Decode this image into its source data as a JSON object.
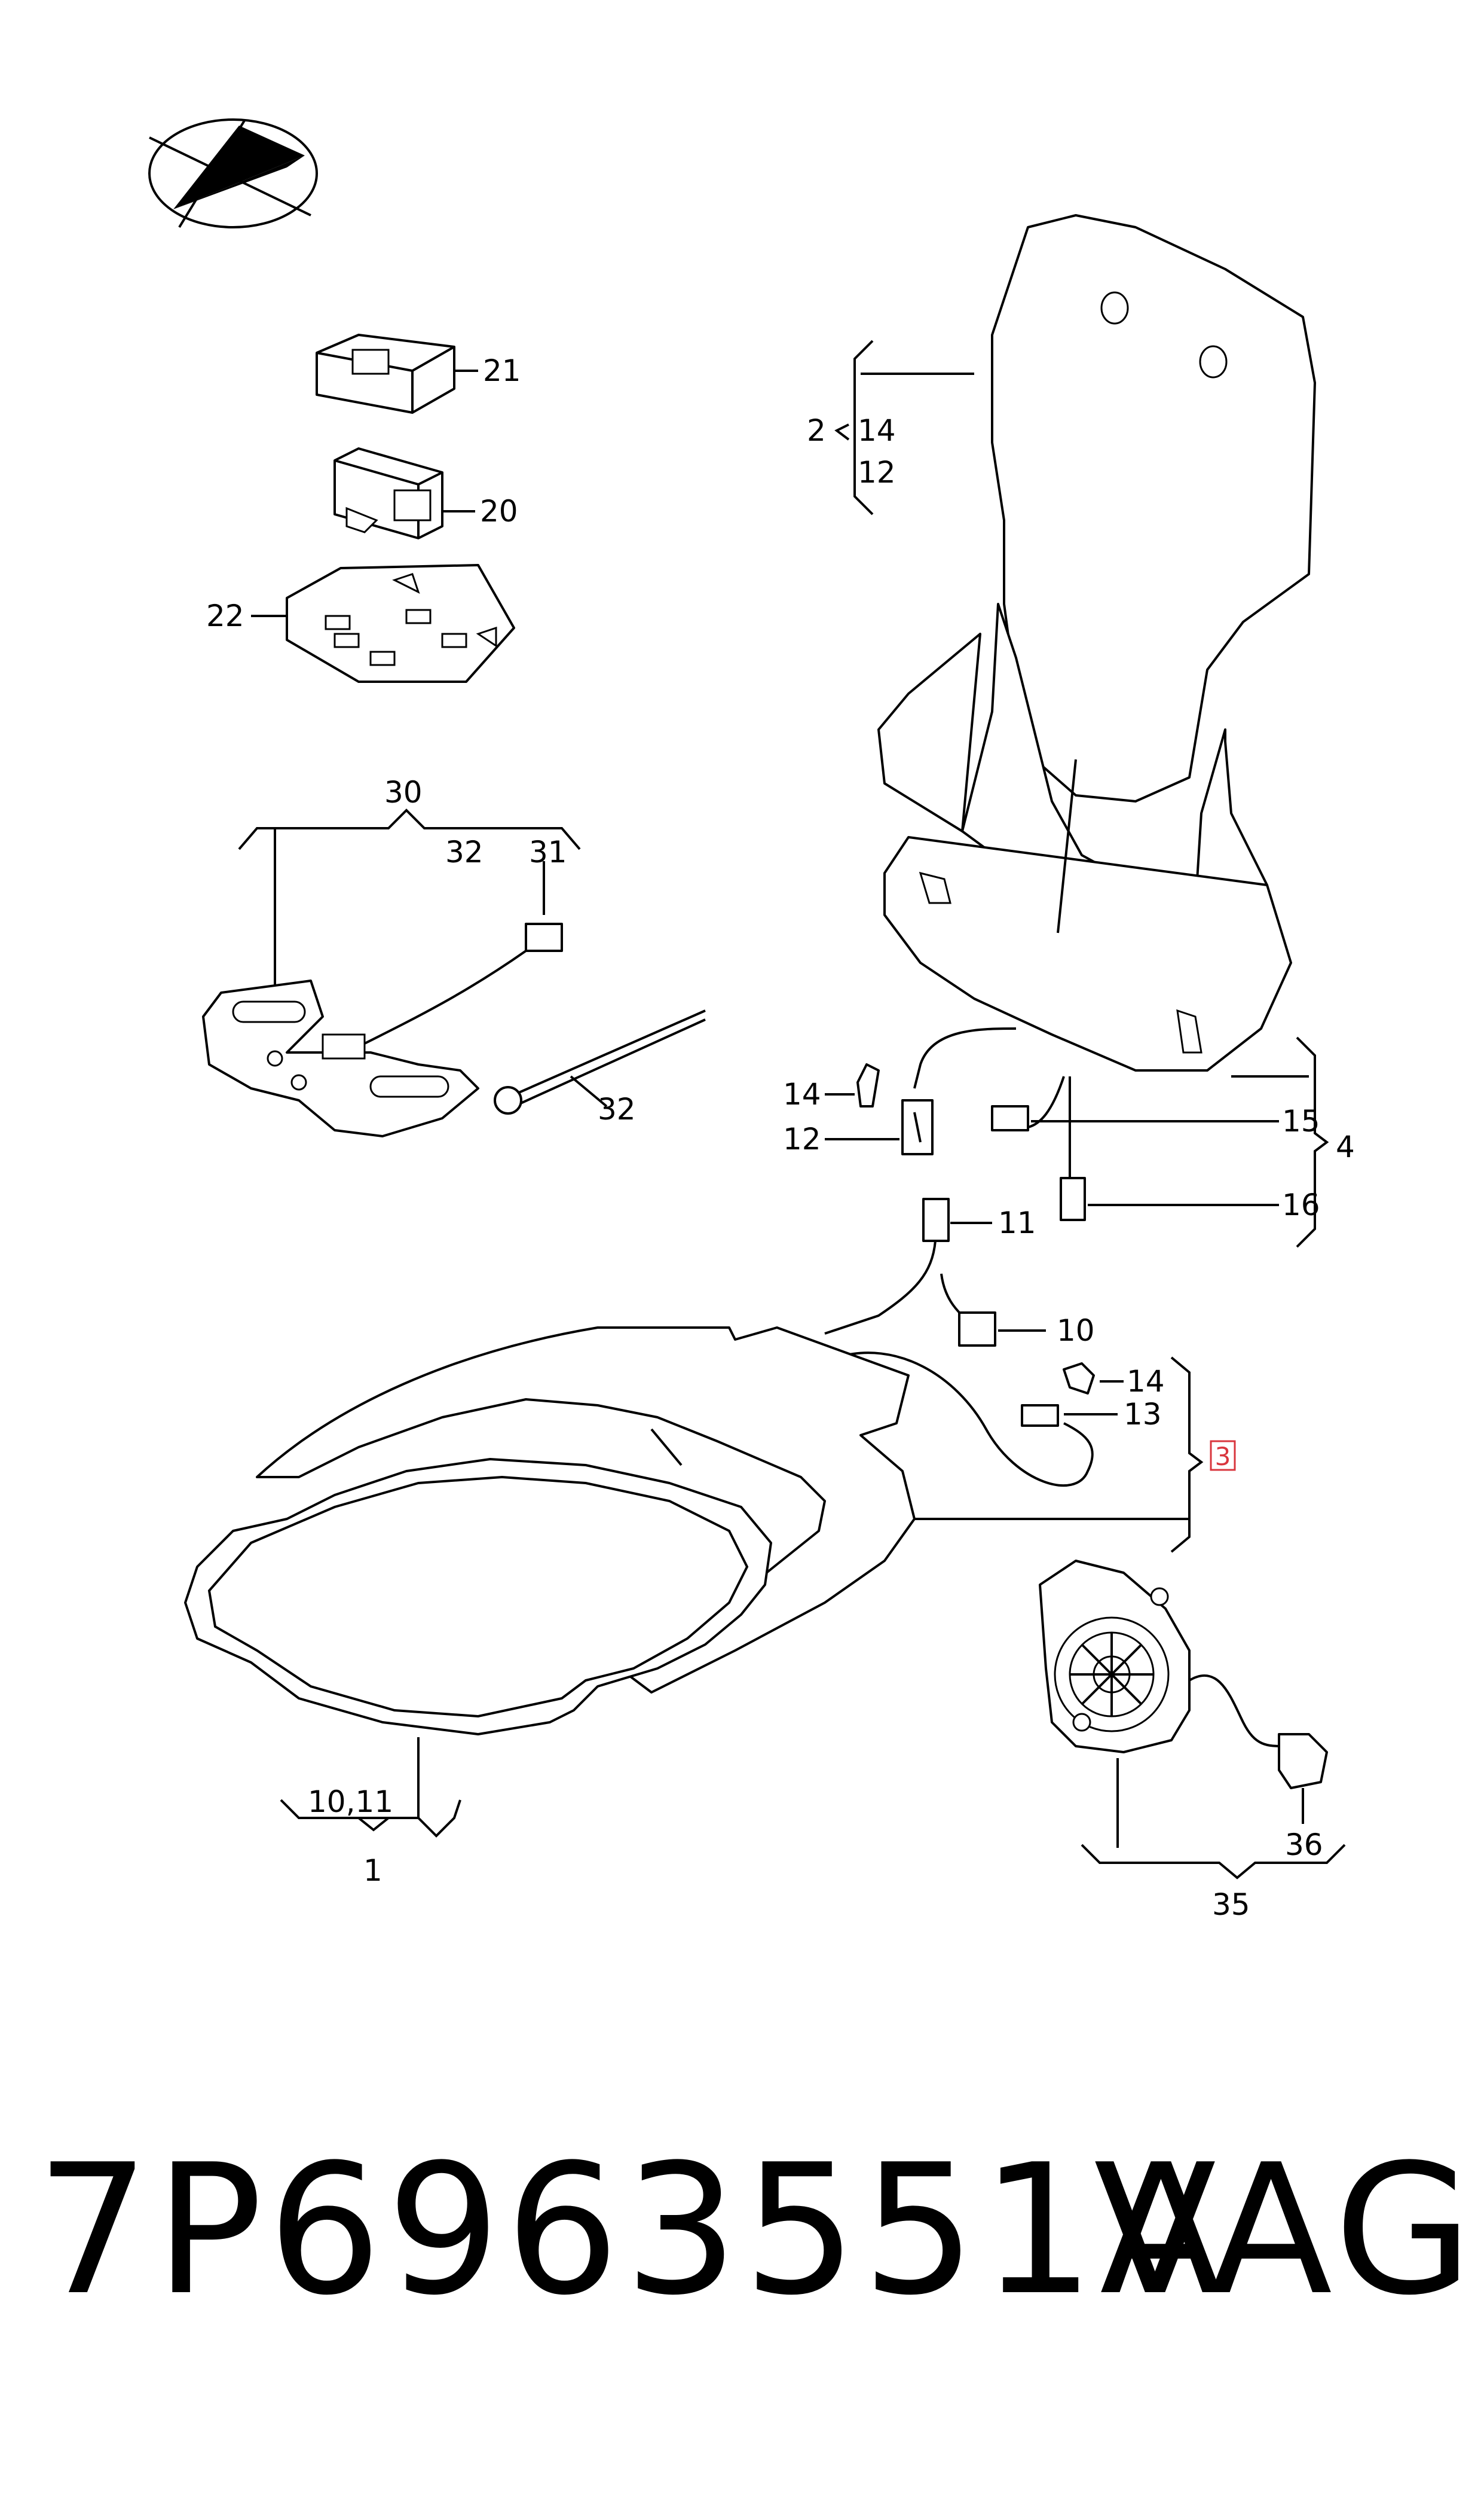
{
  "callouts": {
    "c1": "1",
    "c2": "2",
    "c3": "3",
    "c4": "4",
    "c10": "10",
    "c10_11": "10,11",
    "c11": "11",
    "c12_top": "12",
    "c12_mid": "12",
    "c13": "13",
    "c14_top": "14",
    "c14_mid": "14",
    "c14_low": "14",
    "c15": "15",
    "c16": "16",
    "c20": "20",
    "c21": "21",
    "c22": "22",
    "c30": "30",
    "c31": "31",
    "c32_top": "32",
    "c32_mid": "32",
    "c35": "35",
    "c36": "36"
  },
  "caption": {
    "part_number": "7P6963551A",
    "brand": "VAG"
  },
  "colors": {
    "line": "#000000",
    "highlight": "#d9363e",
    "background": "#ffffff"
  }
}
